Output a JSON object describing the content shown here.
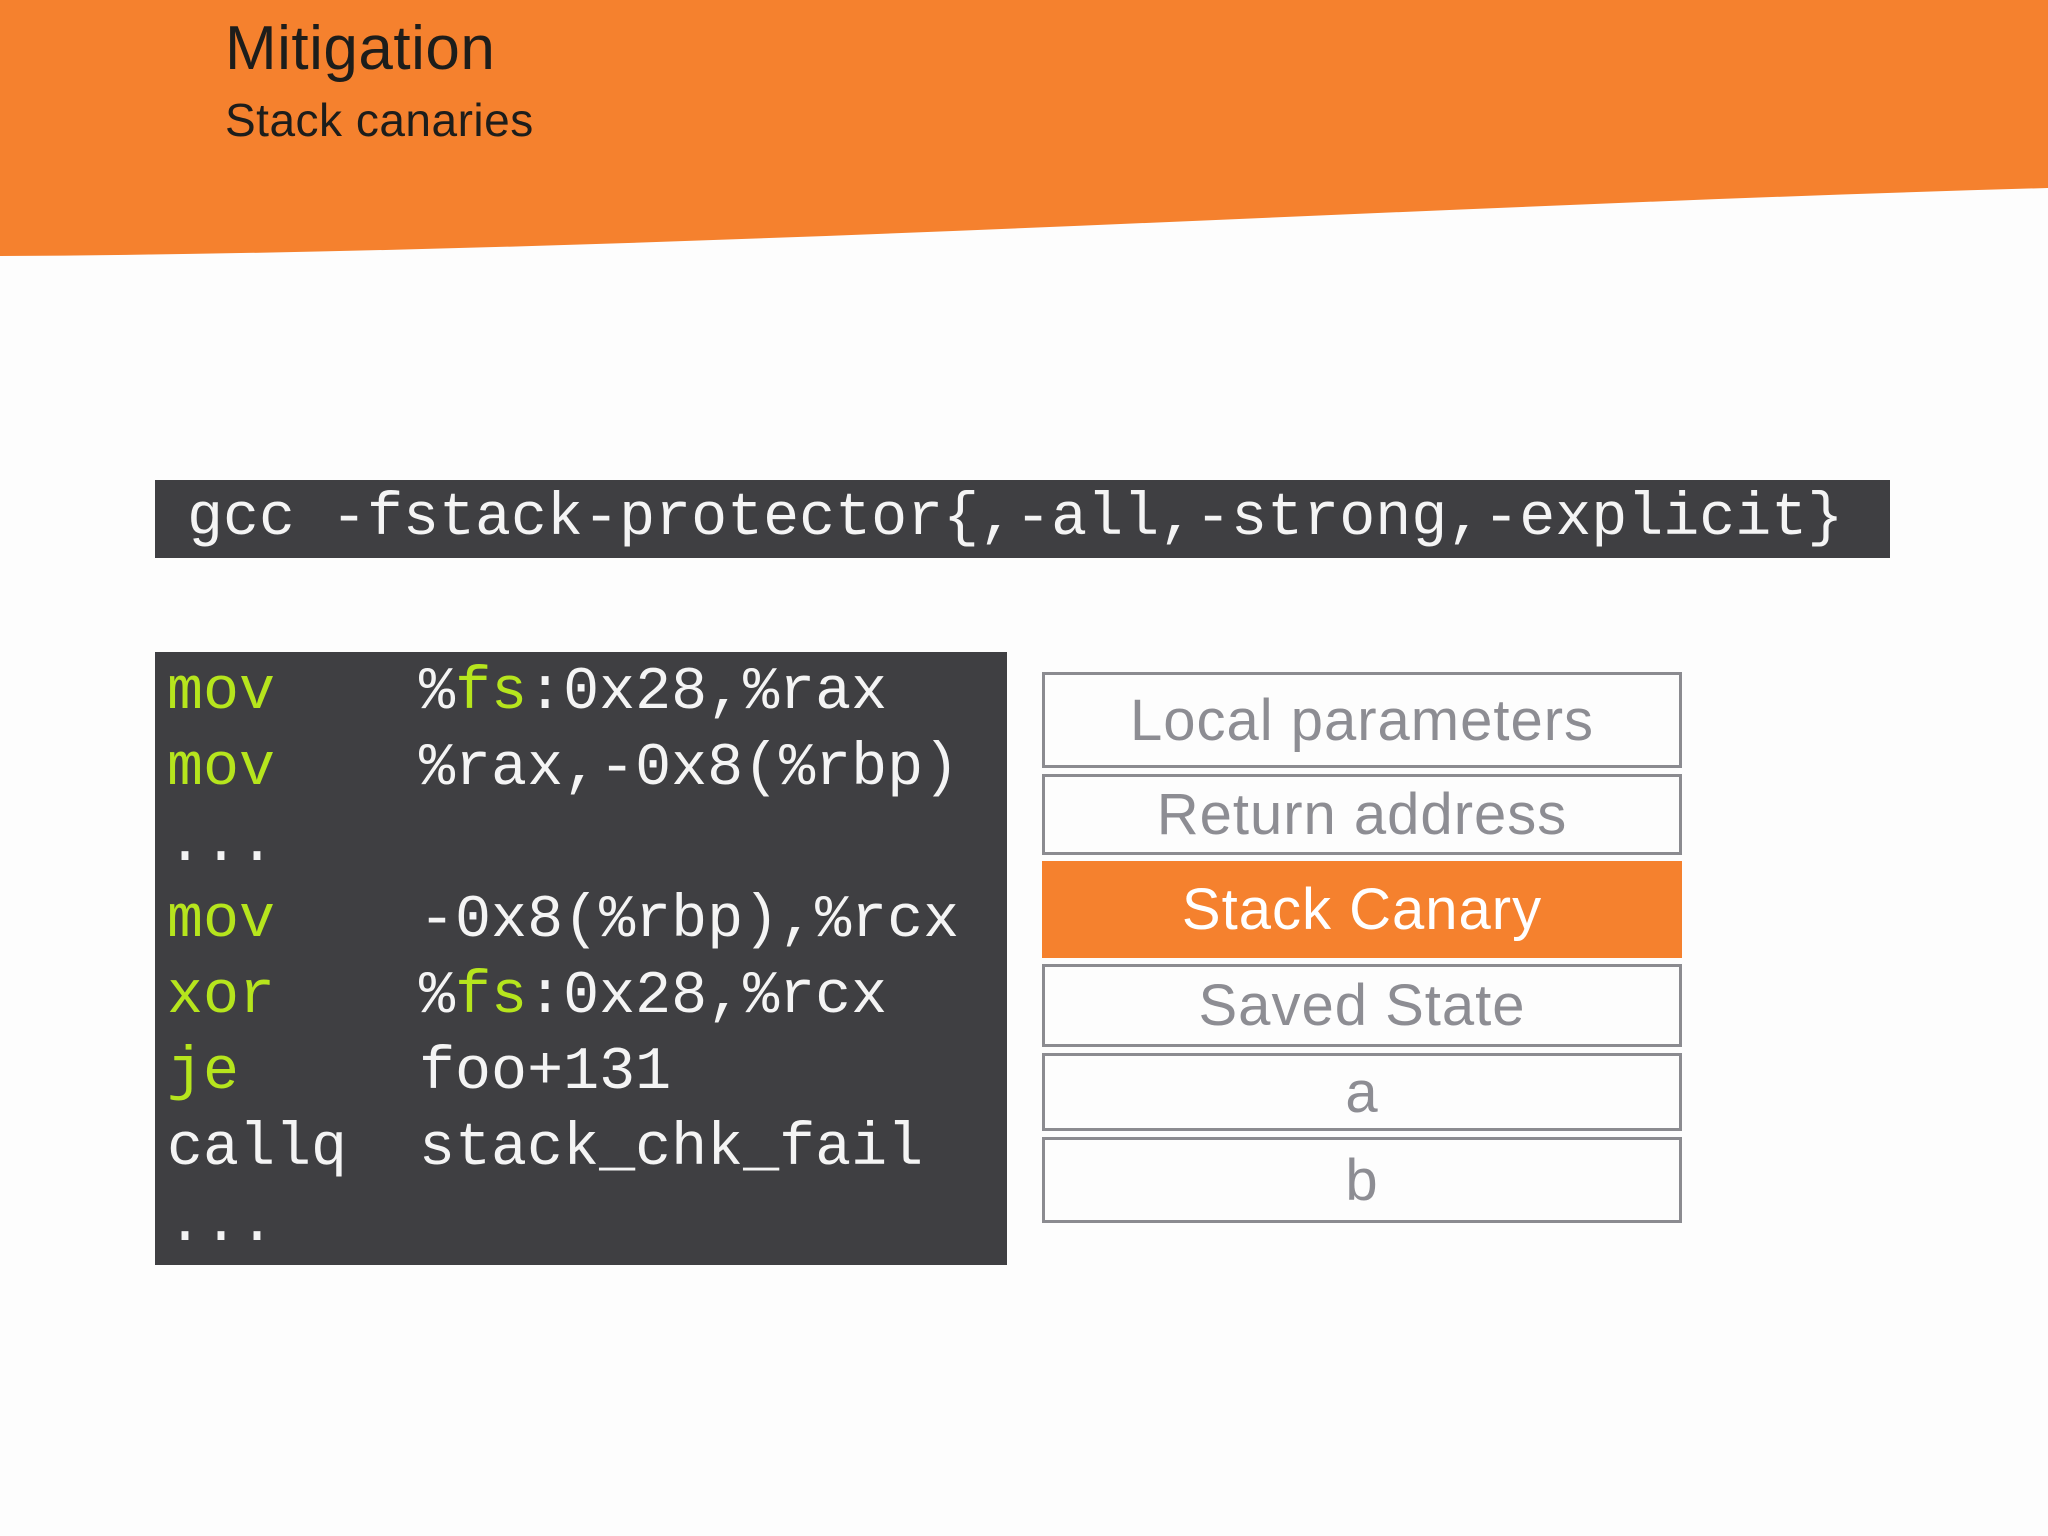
{
  "header": {
    "title": "Mitigation",
    "subtitle": "Stack canaries"
  },
  "command_block": {
    "text": "gcc -fstack-protector{,-all,-strong,-explicit}"
  },
  "asm_block": {
    "lines": [
      {
        "segments": [
          {
            "text": "mov    ",
            "style": "mnemonic"
          },
          {
            "text": "%",
            "style": "plain"
          },
          {
            "text": "fs",
            "style": "mnemonic"
          },
          {
            "text": ":0x28,%rax",
            "style": "plain"
          }
        ]
      },
      {
        "segments": [
          {
            "text": "mov    ",
            "style": "mnemonic"
          },
          {
            "text": "%rax,-0x8(%rbp)",
            "style": "plain"
          }
        ]
      },
      {
        "segments": [
          {
            "text": "...",
            "style": "plain"
          }
        ]
      },
      {
        "segments": [
          {
            "text": "mov    ",
            "style": "mnemonic"
          },
          {
            "text": "-0x8(%rbp),%rcx",
            "style": "plain"
          }
        ]
      },
      {
        "segments": [
          {
            "text": "xor    ",
            "style": "mnemonic"
          },
          {
            "text": "%",
            "style": "plain"
          },
          {
            "text": "fs",
            "style": "mnemonic"
          },
          {
            "text": ":0x28,%rcx",
            "style": "plain"
          }
        ]
      },
      {
        "segments": [
          {
            "text": "je     ",
            "style": "mnemonic"
          },
          {
            "text": "foo+131",
            "style": "plain"
          }
        ]
      },
      {
        "segments": [
          {
            "text": "callq  stack_chk_fail",
            "style": "plain"
          }
        ]
      },
      {
        "segments": [
          {
            "text": "...",
            "style": "plain"
          }
        ]
      }
    ]
  },
  "stack_diagram": {
    "cells": [
      {
        "label": "Local parameters",
        "highlight": false,
        "height": 96
      },
      {
        "label": "Return address",
        "highlight": false,
        "height": 81
      },
      {
        "label": "Stack Canary",
        "highlight": true,
        "height": 97
      },
      {
        "label": "Saved State",
        "highlight": false,
        "height": 83
      },
      {
        "label": "a",
        "highlight": false,
        "height": 78
      },
      {
        "label": "b",
        "highlight": false,
        "height": 86
      }
    ]
  },
  "colors": {
    "accent_orange": "#f5812e",
    "code_background": "#3f3f42",
    "mnemonic_green": "#b6e51d",
    "box_border_gray": "#8b8b90",
    "box_text_gray": "#8d8d93"
  }
}
